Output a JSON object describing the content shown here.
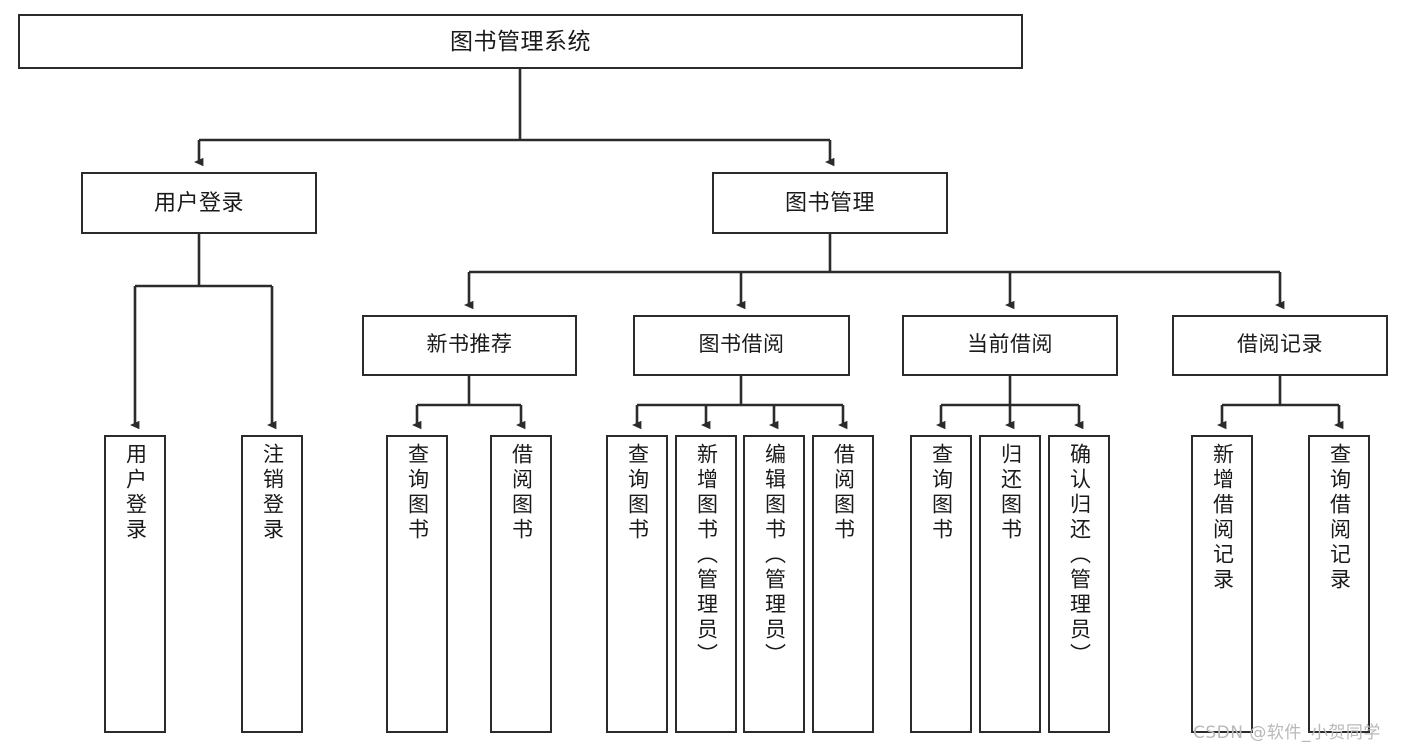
{
  "diagram": {
    "title": "图书管理系统",
    "type": "tree-hierarchy",
    "watermark": "CSDN @软件_小贺同学",
    "colors": {
      "stroke": "#2b2b2b",
      "fill": "#ffffff",
      "text": "#1a1a1a",
      "watermark": "#b9b9b9"
    },
    "nodes": {
      "root": {
        "label": "图书管理系统",
        "level": 1
      },
      "level2": [
        {
          "id": "user-login",
          "label": "用户登录"
        },
        {
          "id": "book-manage",
          "label": "图书管理"
        }
      ],
      "level3": [
        {
          "id": "new-book-recommend",
          "label": "新书推荐"
        },
        {
          "id": "book-borrow",
          "label": "图书借阅"
        },
        {
          "id": "current-borrow",
          "label": "当前借阅"
        },
        {
          "id": "borrow-record",
          "label": "借阅记录"
        }
      ],
      "leaves": [
        {
          "id": "leaf-user-login",
          "label": "用户登录",
          "parent": "user-login"
        },
        {
          "id": "leaf-user-logout",
          "label": "注销登录",
          "parent": "user-login"
        },
        {
          "id": "leaf-query-book-1",
          "label": "查询图书",
          "parent": "new-book-recommend"
        },
        {
          "id": "leaf-borrow-book-1",
          "label": "借阅图书",
          "parent": "new-book-recommend"
        },
        {
          "id": "leaf-query-book-2",
          "label": "查询图书",
          "parent": "book-borrow"
        },
        {
          "id": "leaf-add-book",
          "label": "新增图书（管理员）",
          "parent": "book-borrow"
        },
        {
          "id": "leaf-edit-book",
          "label": "编辑图书（管理员）",
          "parent": "book-borrow"
        },
        {
          "id": "leaf-borrow-book-2",
          "label": "借阅图书",
          "parent": "book-borrow"
        },
        {
          "id": "leaf-query-book-3",
          "label": "查询图书",
          "parent": "current-borrow"
        },
        {
          "id": "leaf-return-book",
          "label": "归还图书",
          "parent": "current-borrow"
        },
        {
          "id": "leaf-confirm-return",
          "label": "确认归还（管理员）",
          "parent": "current-borrow"
        },
        {
          "id": "leaf-add-record",
          "label": "新增借阅记录",
          "parent": "borrow-record"
        },
        {
          "id": "leaf-query-record",
          "label": "查询借阅记录",
          "parent": "borrow-record"
        }
      ]
    }
  }
}
